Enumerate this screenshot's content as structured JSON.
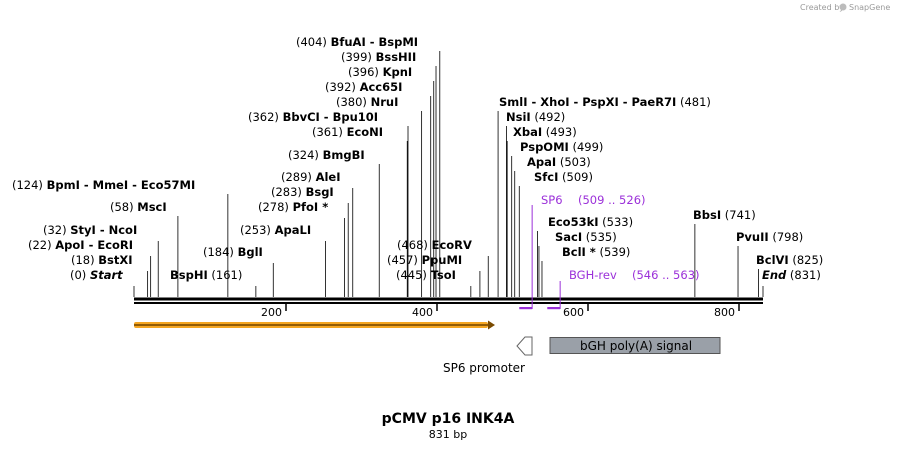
{
  "credit": {
    "prefix": "Created by",
    "brand": "SnapGene"
  },
  "title": "pCMV p16 INK4A",
  "subtitle": "831 bp",
  "sequence_length": 831,
  "scale_ticks": [
    "200",
    "400",
    "600",
    "800"
  ],
  "sites_left": [
    {
      "text_pos": "(0)",
      "names": [
        "Start"
      ],
      "site": 0,
      "italic": true
    },
    {
      "text_pos": "(18)",
      "names": [
        "BstXI"
      ],
      "site": 18
    },
    {
      "text_pos": "(22)",
      "names": [
        "ApoI",
        "EcoRI"
      ],
      "site": 22
    },
    {
      "text_pos": "(32)",
      "names": [
        "StyI",
        "NcoI"
      ],
      "site": 32
    },
    {
      "text_pos": "(58)",
      "names": [
        "MscI"
      ],
      "site": 58
    },
    {
      "text_pos": "(124)",
      "names": [
        "BpmI",
        "MmeI",
        "Eco57MI"
      ],
      "site": 124
    }
  ],
  "sites_mid": [
    {
      "text_pos": "(161)",
      "names": [
        "BspHI"
      ],
      "site": 161,
      "text_after": true
    },
    {
      "text_pos": "(184)",
      "names": [
        "BglI"
      ],
      "site": 184
    },
    {
      "text_pos": "(253)",
      "names": [
        "ApaLI"
      ],
      "site": 253
    },
    {
      "text_pos": "(278)",
      "names": [
        "PfoI *"
      ],
      "site": 278
    },
    {
      "text_pos": "(283)",
      "names": [
        "BsgI"
      ],
      "site": 283
    },
    {
      "text_pos": "(289)",
      "names": [
        "AleI"
      ],
      "site": 289
    },
    {
      "text_pos": "(324)",
      "names": [
        "BmgBI"
      ],
      "site": 324
    },
    {
      "text_pos": "(361)",
      "names": [
        "EcoNI"
      ],
      "site": 361
    },
    {
      "text_pos": "(362)",
      "names": [
        "BbvCI",
        "Bpu10I"
      ],
      "site": 362
    },
    {
      "text_pos": "(380)",
      "names": [
        "NruI"
      ],
      "site": 380
    },
    {
      "text_pos": "(392)",
      "names": [
        "Acc65I"
      ],
      "site": 392
    },
    {
      "text_pos": "(396)",
      "names": [
        "KpnI"
      ],
      "site": 396
    },
    {
      "text_pos": "(399)",
      "names": [
        "BssHII"
      ],
      "site": 399
    },
    {
      "text_pos": "(404)",
      "names": [
        "BfuAI",
        "BspMI"
      ],
      "site": 404
    },
    {
      "text_pos": "(445)",
      "names": [
        "TsoI"
      ],
      "site": 445
    },
    {
      "text_pos": "(457)",
      "names": [
        "PpuMI"
      ],
      "site": 457
    },
    {
      "text_pos": "(468)",
      "names": [
        "EcoRV"
      ],
      "site": 468
    }
  ],
  "sites_right": [
    {
      "text_pos": "(481)",
      "names": [
        "SmlI",
        "XhoI",
        "PspXI",
        "PaeR7I"
      ],
      "site": 481
    },
    {
      "text_pos": "(492)",
      "names": [
        "NsiI"
      ],
      "site": 492
    },
    {
      "text_pos": "(493)",
      "names": [
        "XbaI"
      ],
      "site": 493
    },
    {
      "text_pos": "(499)",
      "names": [
        "PspOMI"
      ],
      "site": 499
    },
    {
      "text_pos": "(503)",
      "names": [
        "ApaI"
      ],
      "site": 503
    },
    {
      "text_pos": "(509)",
      "names": [
        "SfcI"
      ],
      "site": 509
    },
    {
      "text_pos": "(533)",
      "names": [
        "Eco53kI"
      ],
      "site": 533
    },
    {
      "text_pos": "(535)",
      "names": [
        "SacI"
      ],
      "site": 535
    },
    {
      "text_pos": "(539)",
      "names": [
        "BclI *"
      ],
      "site": 539
    },
    {
      "text_pos": "(741)",
      "names": [
        "BbsI"
      ],
      "site": 741
    },
    {
      "text_pos": "(798)",
      "names": [
        "PvuII"
      ],
      "site": 798
    },
    {
      "text_pos": "(825)",
      "names": [
        "BclVI"
      ],
      "site": 825
    },
    {
      "text_pos": "(831)",
      "names": [
        "End"
      ],
      "site": 831,
      "italic": true
    }
  ],
  "primers": [
    {
      "name": "SP6",
      "range": "(509 .. 526)",
      "start": 509,
      "end": 526
    },
    {
      "name": "BGH-rev",
      "range": "(546 .. 563)",
      "start": 546,
      "end": 563
    }
  ],
  "features": [
    {
      "name": "SP6 promoter",
      "type": "promoter",
      "color": "#ffffff"
    },
    {
      "name": "bGH poly(A) signal",
      "type": "polyA",
      "color": "#9aa0a8"
    }
  ],
  "colors": {
    "orf": "#f5a623",
    "primer": "#9b30d9",
    "backbone": "#000000",
    "polya": "#9aa0a8"
  }
}
